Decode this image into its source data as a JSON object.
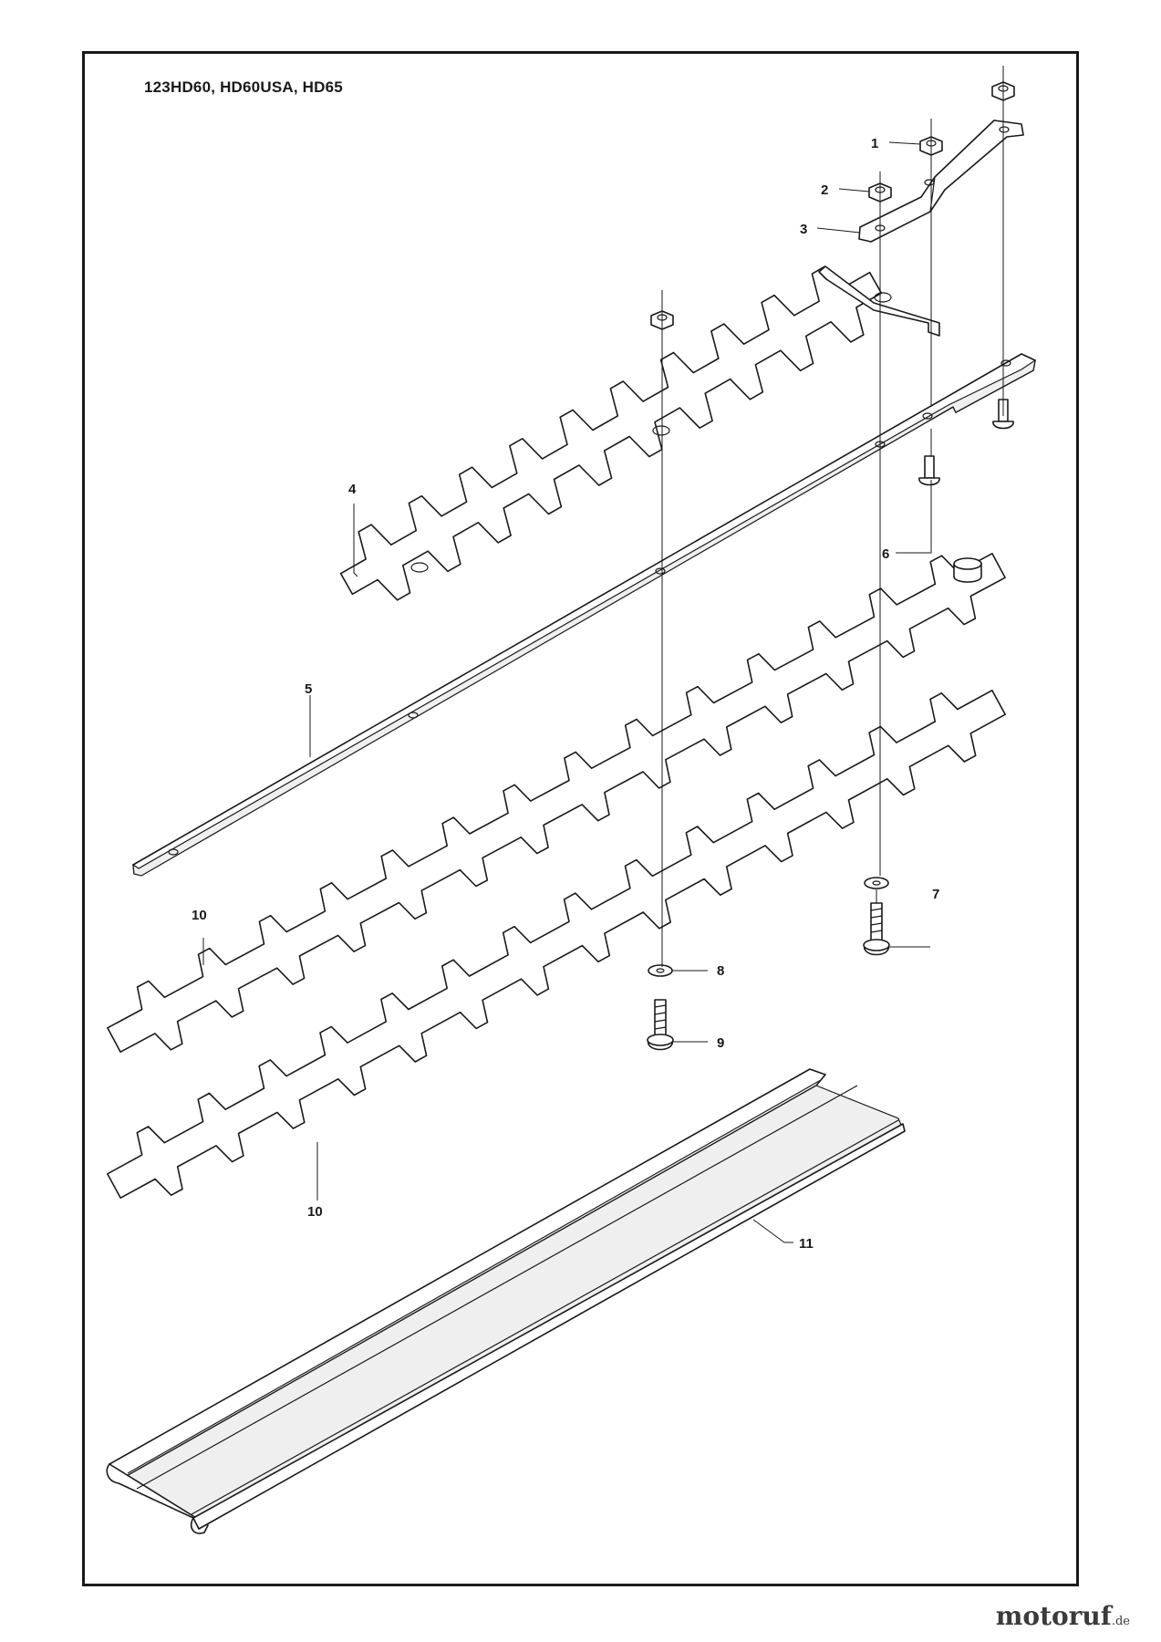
{
  "diagram": {
    "title": "123HD60, HD60USA, HD65"
  },
  "callouts": [
    {
      "id": "1",
      "label": "1"
    },
    {
      "id": "2",
      "label": "2"
    },
    {
      "id": "3",
      "label": "3"
    },
    {
      "id": "4",
      "label": "4"
    },
    {
      "id": "5",
      "label": "5"
    },
    {
      "id": "6",
      "label": "6"
    },
    {
      "id": "7",
      "label": "7"
    },
    {
      "id": "8",
      "label": "8"
    },
    {
      "id": "9",
      "label": "9"
    },
    {
      "id": "10a",
      "label": "10"
    },
    {
      "id": "10b",
      "label": "10"
    },
    {
      "id": "11",
      "label": "11"
    }
  ],
  "watermark": {
    "brand": "motoruf",
    "tld": ".de"
  }
}
